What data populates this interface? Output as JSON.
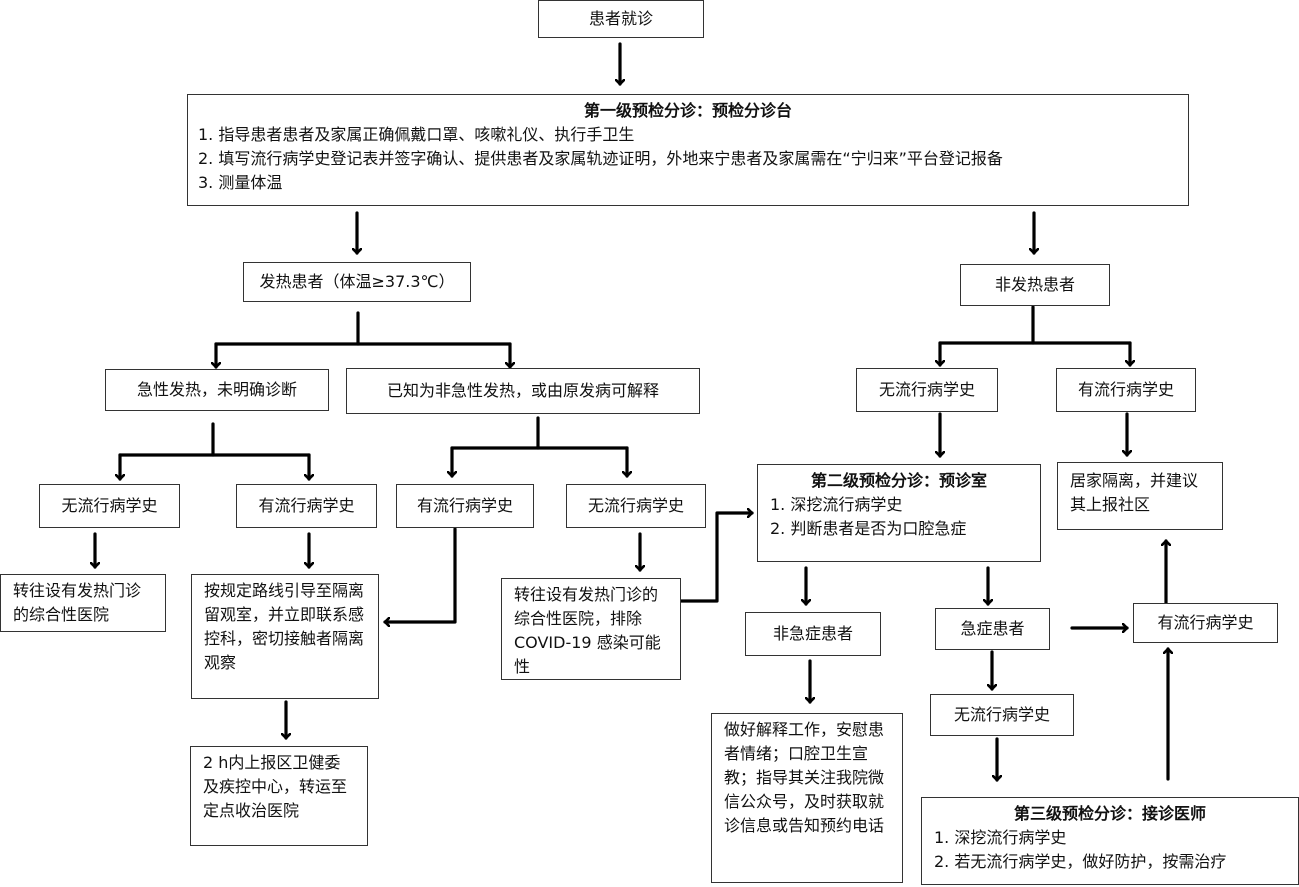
{
  "nodes": {
    "start": "患者就诊",
    "level1": {
      "title": "第一级预检分诊：预检分诊台",
      "items": [
        "1. 指导患者患者及家属正确佩戴口罩、咳嗽礼仪、执行手卫生",
        "2. 填写流行病学史登记表并签字确认、提供患者及家属轨迹证明，外地来宁患者及家属需在“宁归来”平台登记报备",
        "3. 测量体温"
      ]
    },
    "fever": "发热患者（体温≥37.3℃）",
    "non_fever": "非发热患者",
    "acute_fever": "急性发热，未明确诊断",
    "known_nonacute": "已知为非急性发热，或由原发病可解释",
    "af_no_epi": "无流行病学史",
    "af_has_epi": "有流行病学史",
    "kn_has_epi": "有流行病学史",
    "kn_no_epi": "无流行病学史",
    "refer_fever_clinic": "转往设有发热门诊的综合性医院",
    "isolation_guide": "按规定路线引导至隔离留观室，并立即联系感控科，密切接触者隔离观察",
    "report_2h": "2 h内上报区卫健委及疾控中心，转运至定点收治医院",
    "refer_exclude_covid": "转往设有发热门诊的综合性医院，排除 COVID-19 感染可能性",
    "nf_no_epi": "无流行病学史",
    "nf_has_epi": "有流行病学史",
    "home_isolation": "居家隔离，并建议其上报社区",
    "level2": {
      "title": "第二级预检分诊：预诊室",
      "items": [
        "1. 深挖流行病学史",
        "2. 判断患者是否为口腔急症"
      ]
    },
    "non_emergency": "非急症患者",
    "emergency": "急症患者",
    "em_has_epi": "有流行病学史",
    "em_no_epi": "无流行病学史",
    "explain": "做好解释工作，安慰患者情绪；口腔卫生宣教；指导其关注我院微信公众号，及时获取就诊信息或告知预约电话",
    "level3": {
      "title": "第三级预检分诊：接诊医师",
      "items": [
        "1. 深挖流行病学史",
        "2. 若无流行病学史，做好防护，按需治疗"
      ]
    }
  }
}
